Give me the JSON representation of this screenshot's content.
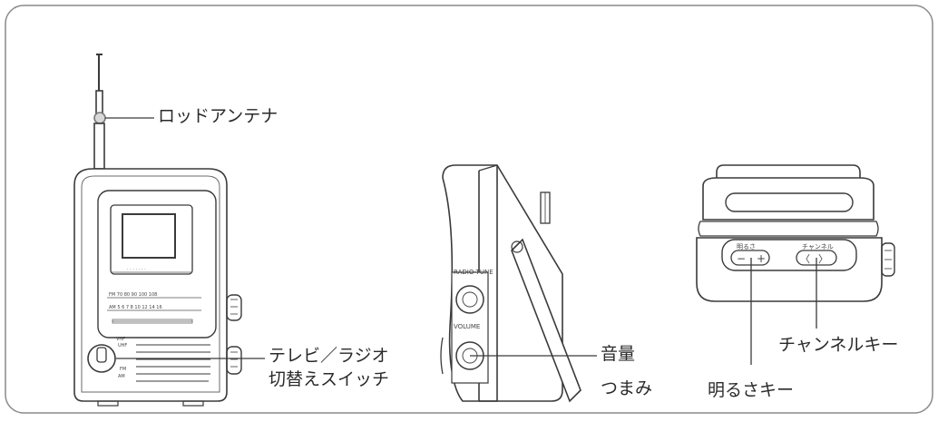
{
  "callouts": {
    "antenna": "ロッドアンテナ",
    "switch_line1": "テレビ／ラジオ",
    "switch_line2": "切替えスイッチ",
    "volume_line1": "音量",
    "volume_line2": "つまみ",
    "brightness_key": "明るさキー",
    "channel_key": "チャンネルキー"
  },
  "device_markings": {
    "radio_tune": "RADIO·TUNE",
    "volume": "VOLUME",
    "brightness": "明るさ",
    "channel": "チャンネル",
    "minus": "−",
    "plus": "+",
    "left_arrow": "〈",
    "right_arrow": "〉"
  },
  "colors": {
    "line": "#3a3a3a",
    "frame": "#888888",
    "text": "#2a2a2a",
    "shadow": "#d8d8d8"
  }
}
